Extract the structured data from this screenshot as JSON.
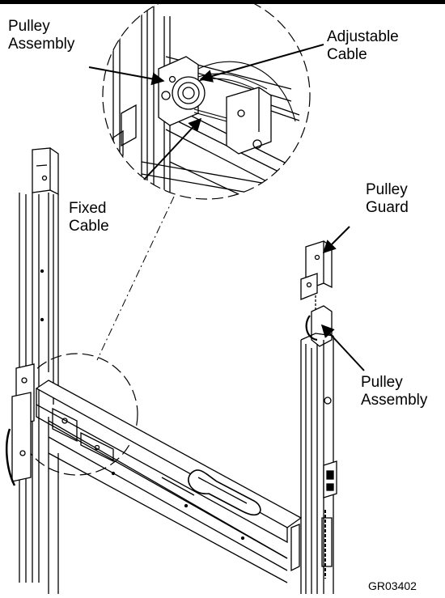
{
  "labels": {
    "pulley_assembly_top": [
      "Pulley",
      "Assembly"
    ],
    "adjustable_cable": [
      "Adjustable",
      "Cable"
    ],
    "fixed_cable": [
      "Fixed",
      "Cable"
    ],
    "pulley_guard": [
      "Pulley",
      "Guard"
    ],
    "pulley_assembly_right": [
      "Pulley",
      "Assembly"
    ]
  },
  "figure_id": "GR03402"
}
